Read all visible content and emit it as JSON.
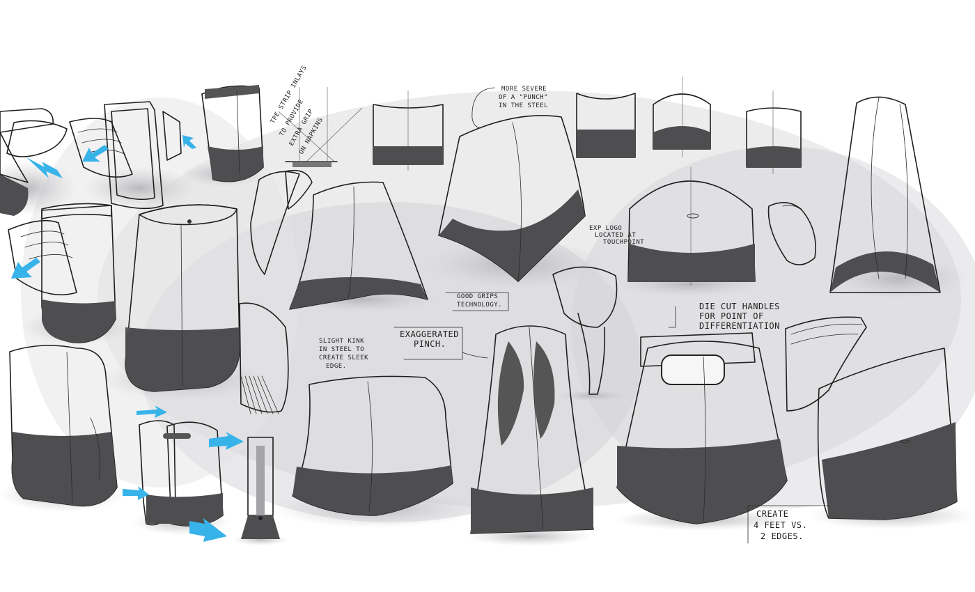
{
  "sheet": {
    "type": "industrial-design-sketch-sheet",
    "subject": "napkin dispenser concepts",
    "colors": {
      "paper": "#ffffff",
      "marker_gray": "#d4d4d6",
      "dark_base": "#4e4e50",
      "ink": "#1f1f1f",
      "arrow_blue": "#37b3ea"
    }
  },
  "annotations": {
    "tpe_strip": [
      "TPE STRIP INLAYS",
      "TO PROVIDE",
      "EXTRA GRIP",
      "ON NAPKINS"
    ],
    "punch": [
      "MORE SEVERE",
      "OF A \"PUNCH\"",
      "IN THE STEEL"
    ],
    "logo": [
      "EXP LOGO",
      "LOCATED AT",
      "TOUCHPOINT"
    ],
    "kink": [
      "SLIGHT KINK",
      "IN STEEL TO",
      "CREATE SLEEK",
      "EDGE."
    ],
    "soft_grips": [
      "GOOD GRIPS",
      "TECHNOLOGY."
    ],
    "pinch": [
      "EXAGGERATED",
      "PINCH."
    ],
    "handles": [
      "DIE CUT HANDLES",
      "FOR POINT OF",
      "DIFFERENTIATION"
    ],
    "feet": [
      "CREATE",
      "4 FEET VS.",
      "2 EDGES."
    ]
  }
}
